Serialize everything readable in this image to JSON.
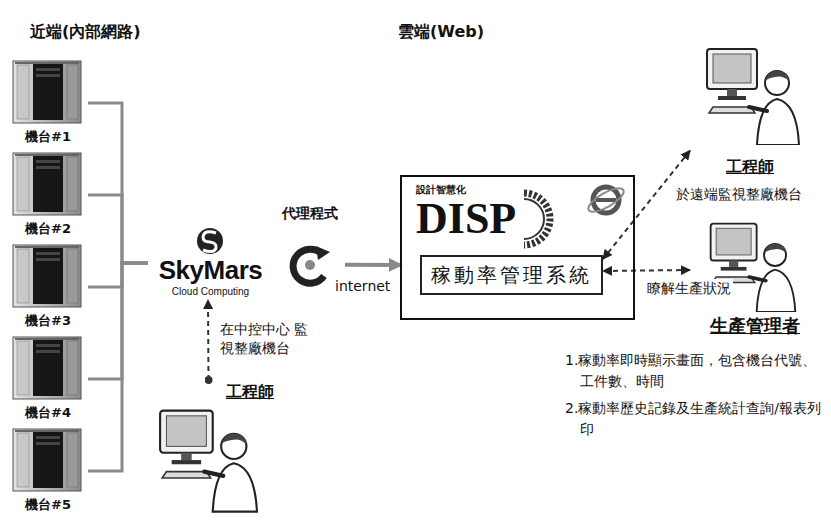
{
  "diagram": {
    "nodes": [
      {
        "text": [
          "機台#1"
        ]
      },
      {
        "text": [
          "機台#2"
        ]
      },
      {
        "text": [
          "機台#3"
        ]
      },
      {
        "text": [
          "機台#4"
        ]
      },
      {
        "text": [
          "機台#5"
        ]
      },
      {
        "text": [
          "SkyMars",
          "Cloud Computing"
        ]
      },
      {
        "text": [
          "代理程式"
        ]
      },
      {
        "text": [
          "工程師"
        ]
      },
      {
        "text": [
          "設計智慧化",
          "DISP"
        ]
      },
      {
        "text": [
          "稼動率管理系統"
        ],
        "in": 8
      },
      {
        "text": [
          "工程師"
        ]
      },
      {
        "text": [
          "生產管理者"
        ]
      }
    ],
    "edges": [
      {
        "from": 0,
        "to": 5,
        "arrow": "none"
      },
      {
        "from": 1,
        "to": 5,
        "arrow": "none"
      },
      {
        "from": 2,
        "to": 5,
        "arrow": "none"
      },
      {
        "from": 3,
        "to": 5,
        "arrow": "none"
      },
      {
        "from": 4,
        "to": 5,
        "arrow": "none"
      },
      {
        "from": 7,
        "to": 5,
        "arrow": "to",
        "label": "在中控中心 監視整廠機台"
      },
      {
        "from": 6,
        "to": 8,
        "arrow": "to",
        "label": "internet"
      },
      {
        "from": 10,
        "to": 9,
        "arrow": "both",
        "label": "於遠端監視整廠機台"
      },
      {
        "from": 11,
        "to": 9,
        "arrow": "both",
        "label": "瞭解生產狀況"
      }
    ],
    "labels": [
      "近端(內部網路)",
      "雲端(Web)",
      "1.稼動率即時顯示畫面，包含機台代號、工件數、時間",
      "2.稼動率歷史記錄及生產統計查詢/報表列印"
    ]
  }
}
